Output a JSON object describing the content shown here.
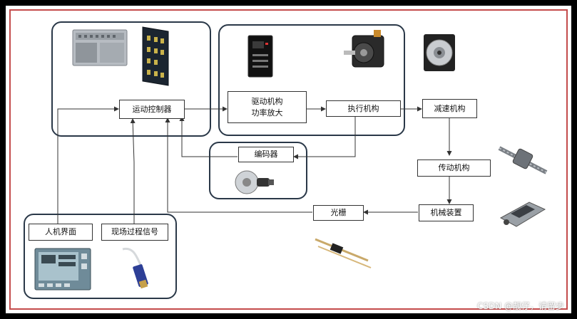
{
  "nodes": {
    "motion_controller": "运动控制器",
    "driver_line1": "驱动机构",
    "driver_line2": "功率放大",
    "actuator": "执行机构",
    "reducer": "减速机构",
    "encoder": "编码器",
    "transmission": "传动机构",
    "machinery": "机械装置",
    "grating": "光栅",
    "hmi": "人机界面",
    "field_signal": "现场过程信号"
  },
  "watermark": "CSDN @靓仔，请留步",
  "colors": {
    "frame": "#c44b4b",
    "group": "#2a3848",
    "line": "#333333"
  },
  "icons": {
    "plc": "plc-module-icon",
    "controller_card": "controller-card-icon",
    "servo_drive": "servo-drive-icon",
    "servo_motor": "servo-motor-icon",
    "gearbox": "gearbox-icon",
    "encoder": "rotary-encoder-icon",
    "ball_screw": "ball-screw-icon",
    "linear_stage": "linear-stage-icon",
    "grating_scale": "grating-scale-icon",
    "hmi_panel": "hmi-panel-icon",
    "proximity_sensor": "proximity-sensor-icon"
  }
}
